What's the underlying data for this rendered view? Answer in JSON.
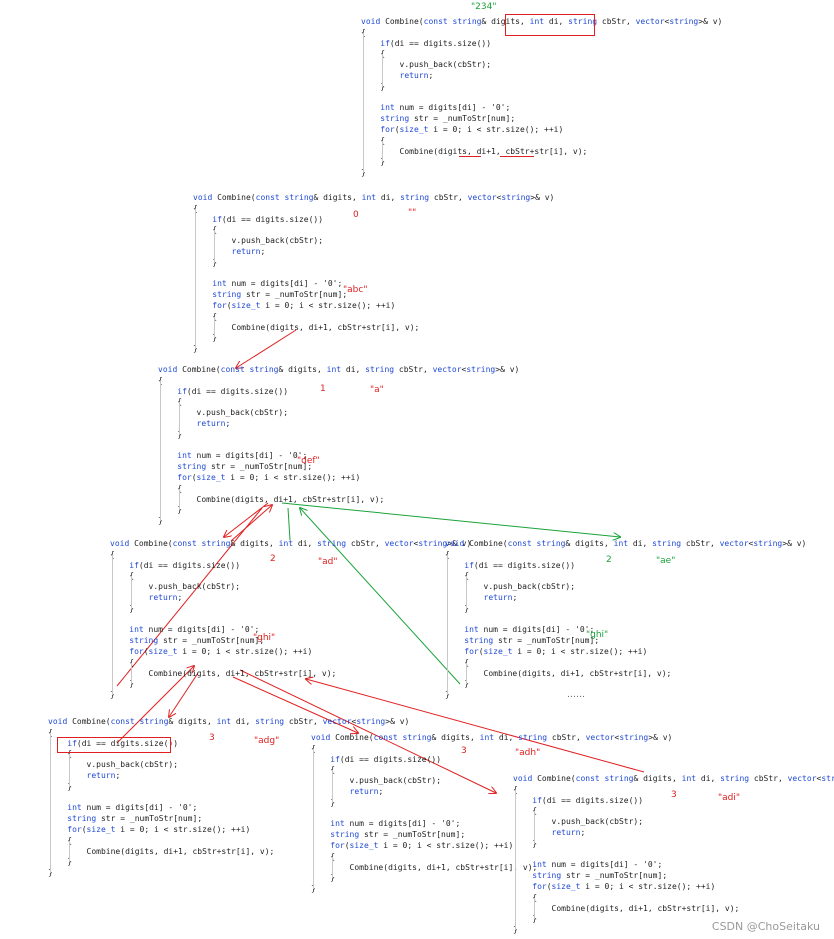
{
  "code_lines": [
    "void Combine(const string& digits, int di, string cbStr, vector<string>& v)",
    "{",
    "    if(di == digits.size())",
    "    {",
    "        v.push_back(cbStr);",
    "        return;",
    "    }",
    "",
    "    int num = digits[di] - '0';",
    "    string str = _numToStr[num];",
    "    for(size_t i = 0; i < str.size(); ++i)",
    "    {",
    "        Combine(digits, di+1, cbStr+str[i], v);",
    "    }",
    "}"
  ],
  "annotations": {
    "input": "\"234\"",
    "d0_di": "0",
    "d0_cb": "\"\"",
    "d0_str": "\"abc\"",
    "d1_di": "1",
    "d1_cb": "\"a\"",
    "d1_str": "\"def\"",
    "d2a_di": "2",
    "d2a_cb": "\"ad\"",
    "d2a_str": "\"ghi\"",
    "d2b_di": "2",
    "d2b_cb": "\"ae\"",
    "d2b_str": "\"ghi\"",
    "d2b_more": "……",
    "d3a_di": "3",
    "d3a_cb": "\"adg\"",
    "d3b_di": "3",
    "d3b_cb": "\"adh\"",
    "d3c_di": "3",
    "d3c_cb": "\"adi\""
  },
  "watermark": "CSDN @ChoSeitaku",
  "colors": {
    "code": "#1e1e1e",
    "keyword": "#1f48d6",
    "annotation_red": "#e02020",
    "annotation_green": "#1aa33a"
  }
}
